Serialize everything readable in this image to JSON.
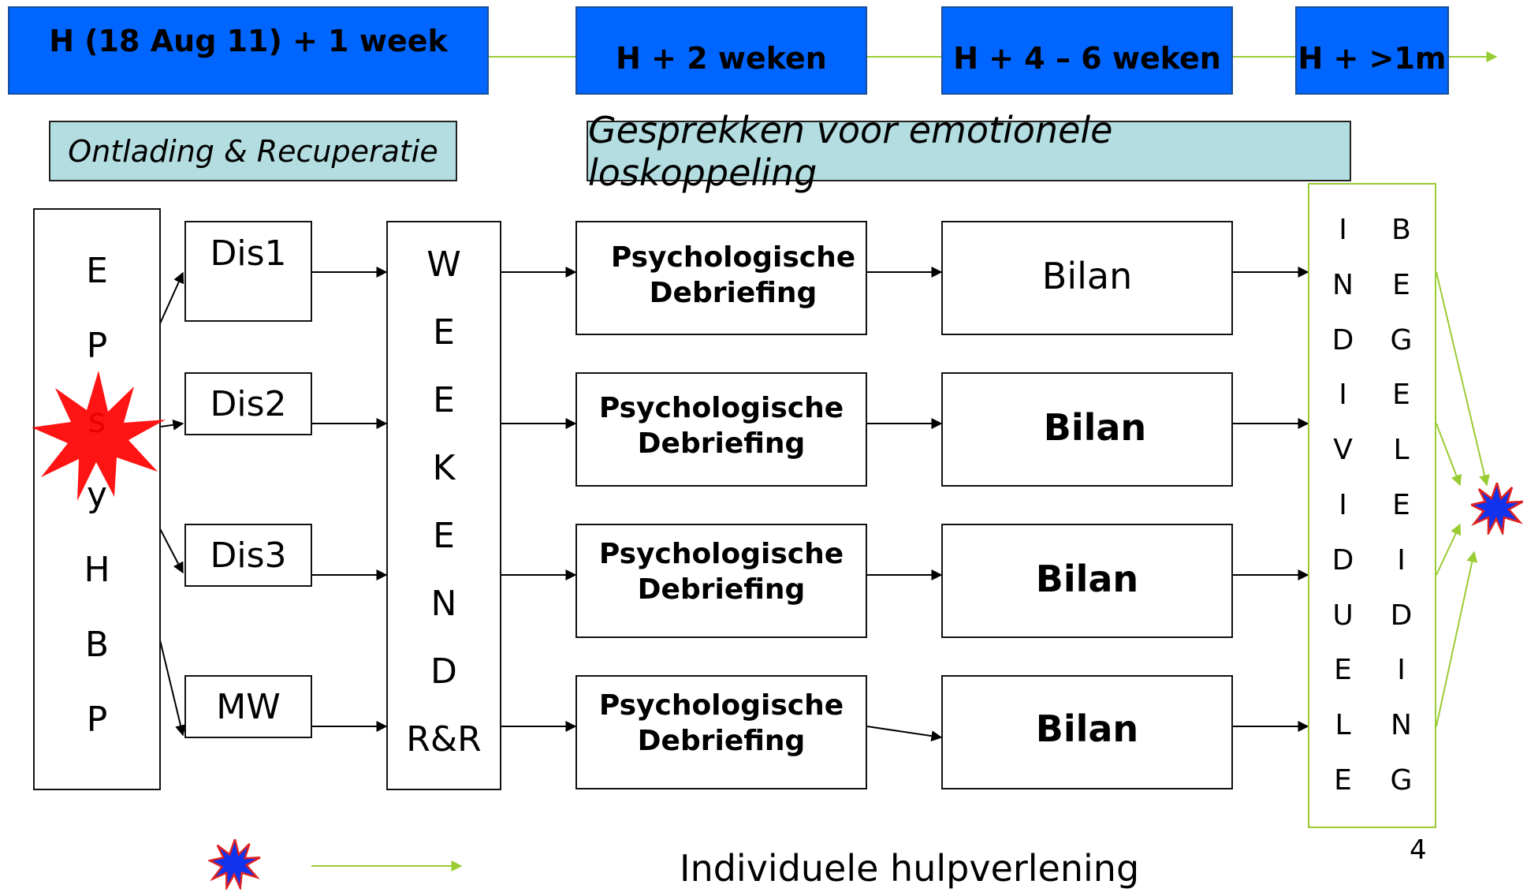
{
  "timeline": {
    "phase1": "H (18 Aug 11)  + 1 week",
    "phase2": "H + 2 weken",
    "phase3": "H + 4 – 6 weken",
    "phase4": "H + >1m"
  },
  "labels": {
    "ontlading": "Ontlading & Recuperatie",
    "gesprekken": "Gesprekken voor emotionele loskoppeling"
  },
  "epsy_letters": [
    "E",
    "P",
    "s",
    "y",
    "H",
    "B",
    "P"
  ],
  "groups": [
    {
      "source": "Dis1",
      "debriefing": "Psychologische\nDebriefing",
      "bilan": "Bilan"
    },
    {
      "source": "Dis2",
      "debriefing": "Psychologische\nDebriefing",
      "bilan": "Bilan"
    },
    {
      "source": "Dis3",
      "debriefing": "Psychologische\nDebriefing",
      "bilan": "Bilan"
    },
    {
      "source": "MW",
      "debriefing": "Psychologische\nDebriefing",
      "bilan": "Bilan"
    }
  ],
  "weekend_letters": [
    "W",
    "E",
    "E",
    "K",
    "E",
    "N",
    "D",
    "R&R"
  ],
  "individuele_col1": [
    "I",
    "N",
    "D",
    "I",
    "V",
    "I",
    "D",
    "U",
    "E",
    "L",
    "E"
  ],
  "individuele_col2": [
    "B",
    "E",
    "G",
    "E",
    "L",
    "E",
    "I",
    "D",
    "I",
    "N",
    "G"
  ],
  "legend": {
    "text": "Individuele hulpverlening"
  },
  "page_number": "4",
  "colors": {
    "timeline_fill": "#0066ff",
    "label_fill": "#b3dde0",
    "green_line": "#99cc33",
    "burst_red": "#ff0000",
    "burst_blue": "#1133ee"
  }
}
